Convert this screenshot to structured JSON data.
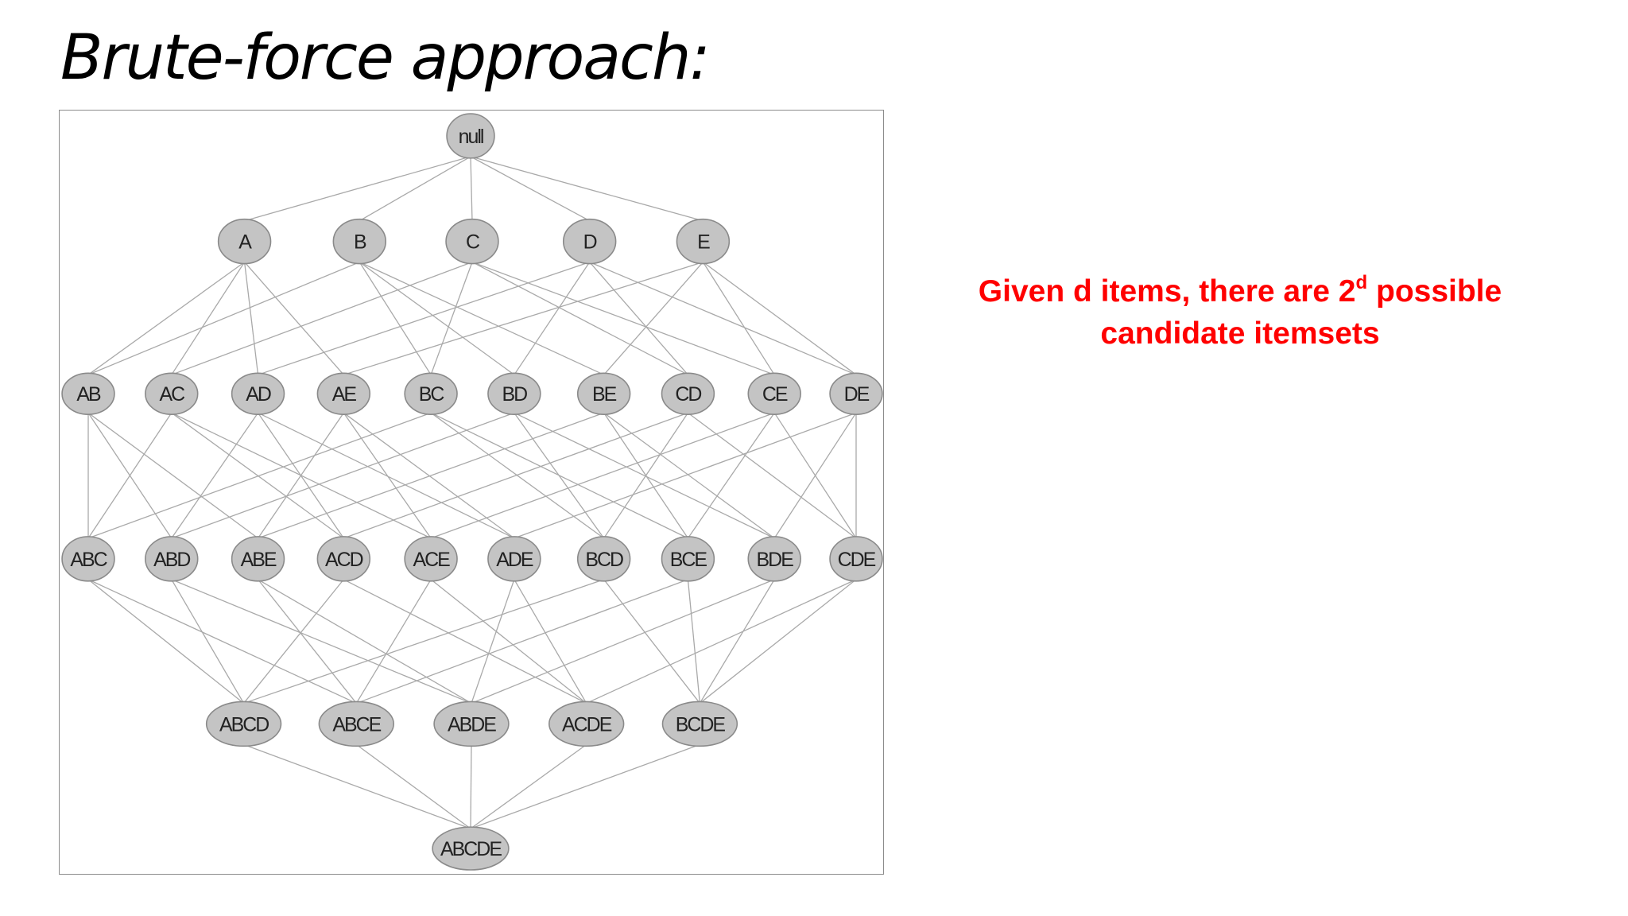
{
  "slide": {
    "title": "Brute-force approach:"
  },
  "callout": {
    "text_before": "Given d items, there are 2",
    "superscript": "d",
    "text_after": " possible candidate itemsets",
    "color": "#ff0000"
  },
  "lattice": {
    "items": [
      "A",
      "B",
      "C",
      "D",
      "E"
    ],
    "levels": [
      [
        "null"
      ],
      [
        "A",
        "B",
        "C",
        "D",
        "E"
      ],
      [
        "AB",
        "AC",
        "AD",
        "AE",
        "BC",
        "BD",
        "BE",
        "CD",
        "CE",
        "DE"
      ],
      [
        "ABC",
        "ABD",
        "ABE",
        "ACD",
        "ACE",
        "ADE",
        "BCD",
        "BCE",
        "BDE",
        "CDE"
      ],
      [
        "ABCD",
        "ABCE",
        "ABDE",
        "ACDE",
        "BCDE"
      ],
      [
        "ABCDE"
      ]
    ],
    "node_fill": "#c4c4c4",
    "edge_color": "#a9a9a9"
  }
}
